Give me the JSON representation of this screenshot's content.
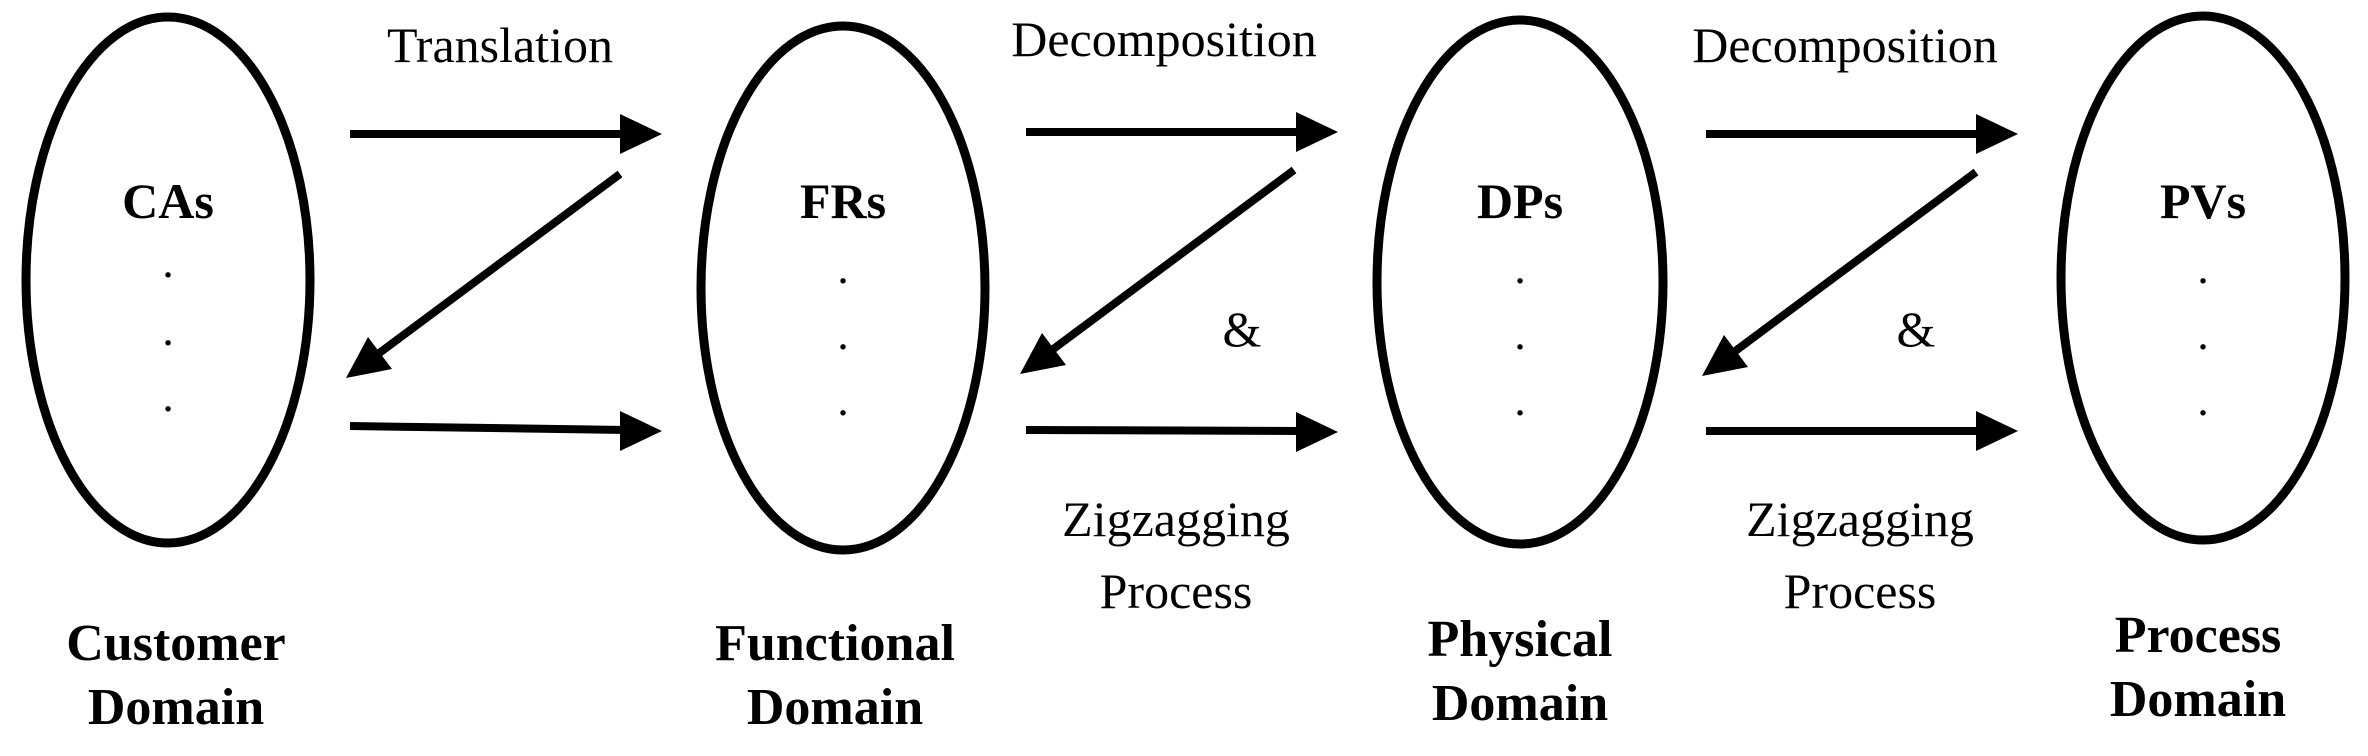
{
  "domains": [
    {
      "abbr": "CAs",
      "name_line1": "Customer",
      "name_line2": "Domain",
      "dots": [
        "·",
        "·",
        "·"
      ]
    },
    {
      "abbr": "FRs",
      "name_line1": "Functional",
      "name_line2": "Domain",
      "dots": [
        "·",
        "·",
        "·"
      ]
    },
    {
      "abbr": "DPs",
      "name_line1": "Physical",
      "name_line2": "Domain",
      "dots": [
        "·",
        "·",
        "·"
      ]
    },
    {
      "abbr": "PVs",
      "name_line1": "Process",
      "name_line2": "Domain",
      "dots": [
        "·",
        "·",
        "·"
      ]
    }
  ],
  "connectors": [
    {
      "top_label": "Translation",
      "ampersand": "",
      "bottom_line1": "",
      "bottom_line2": ""
    },
    {
      "top_label": "Decomposition",
      "ampersand": "&",
      "bottom_line1": "Zigzagging",
      "bottom_line2": "Process"
    },
    {
      "top_label": "Decomposition",
      "ampersand": "&",
      "bottom_line1": "Zigzagging",
      "bottom_line2": "Process"
    }
  ],
  "colors": {
    "stroke": "#000000",
    "background": "#ffffff"
  }
}
